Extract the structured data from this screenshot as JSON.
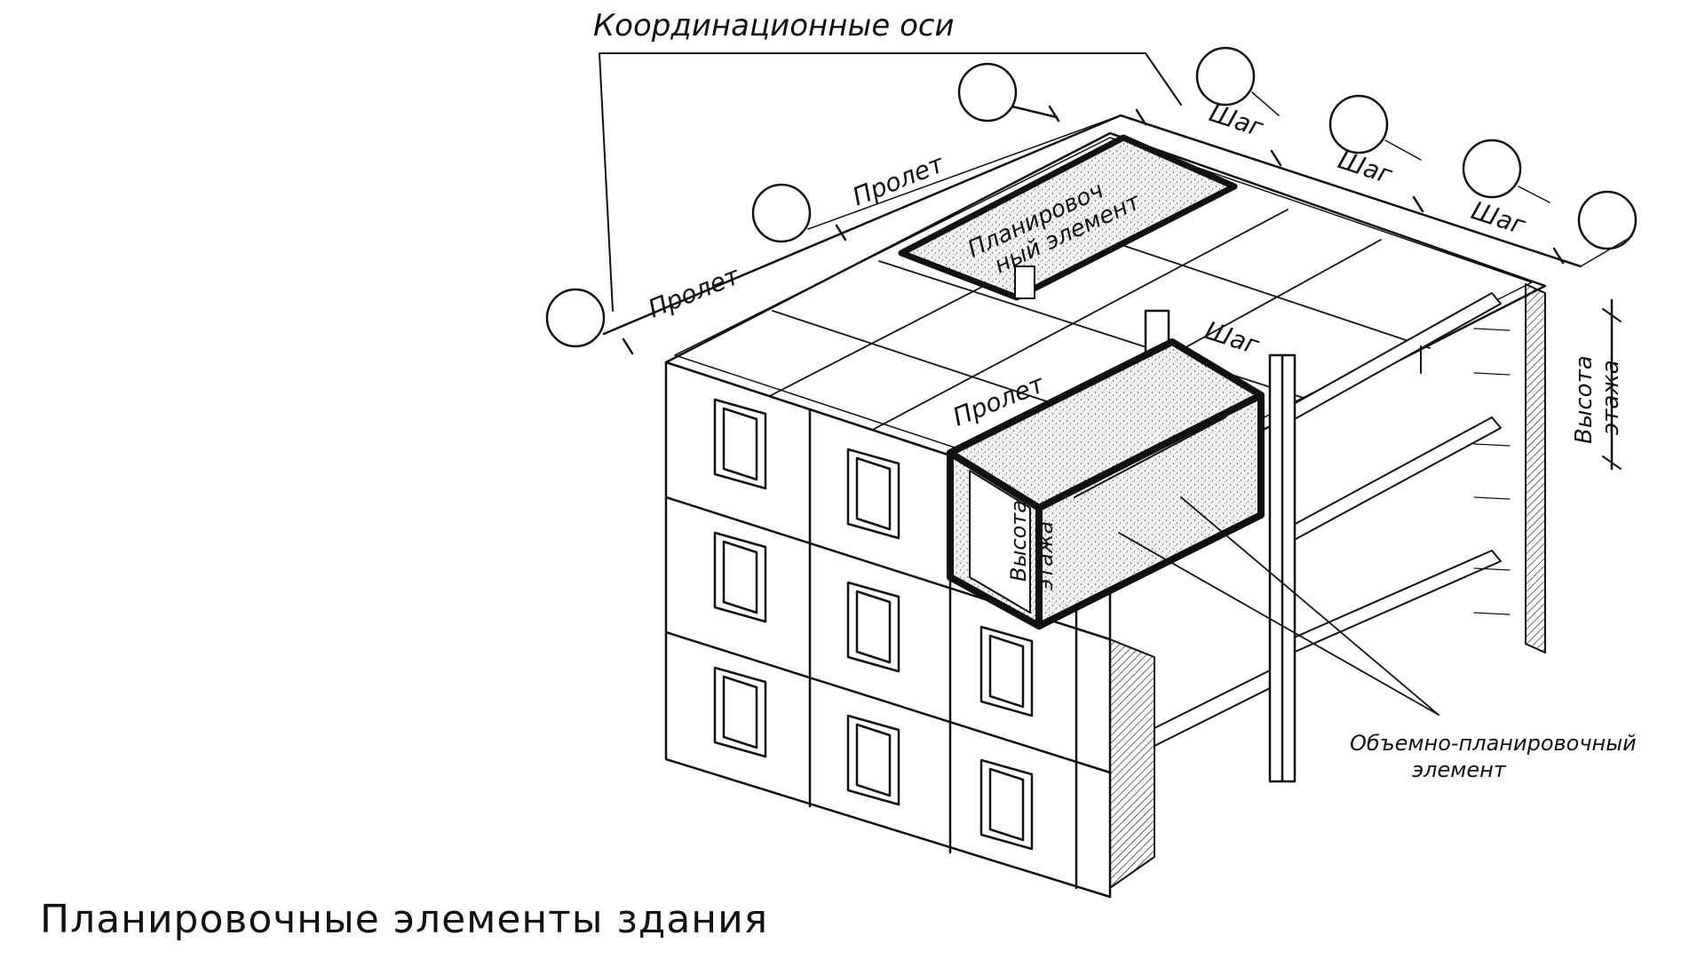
{
  "diagram": {
    "labels": {
      "axes": "Координационные оси",
      "span_1": "Пролет",
      "span_2": "Пролет",
      "span_3": "Пролет",
      "step_1": "Шаг",
      "step_2": "Шаг",
      "step_3": "Шаг",
      "step_4": "Шаг",
      "planning_el_1": "Планировоч",
      "planning_el_2": "ный элемент",
      "floor_h_right_1": "Высота",
      "floor_h_right_2": "этажа",
      "floor_h_inner_1": "Высота",
      "floor_h_inner_2": "этажа",
      "volume_el_1": "Объемно-планировочный",
      "volume_el_2": "элемент"
    },
    "colors": {
      "line": "#111111",
      "background": "#ffffff"
    }
  },
  "caption": "Планировочные элементы здания"
}
